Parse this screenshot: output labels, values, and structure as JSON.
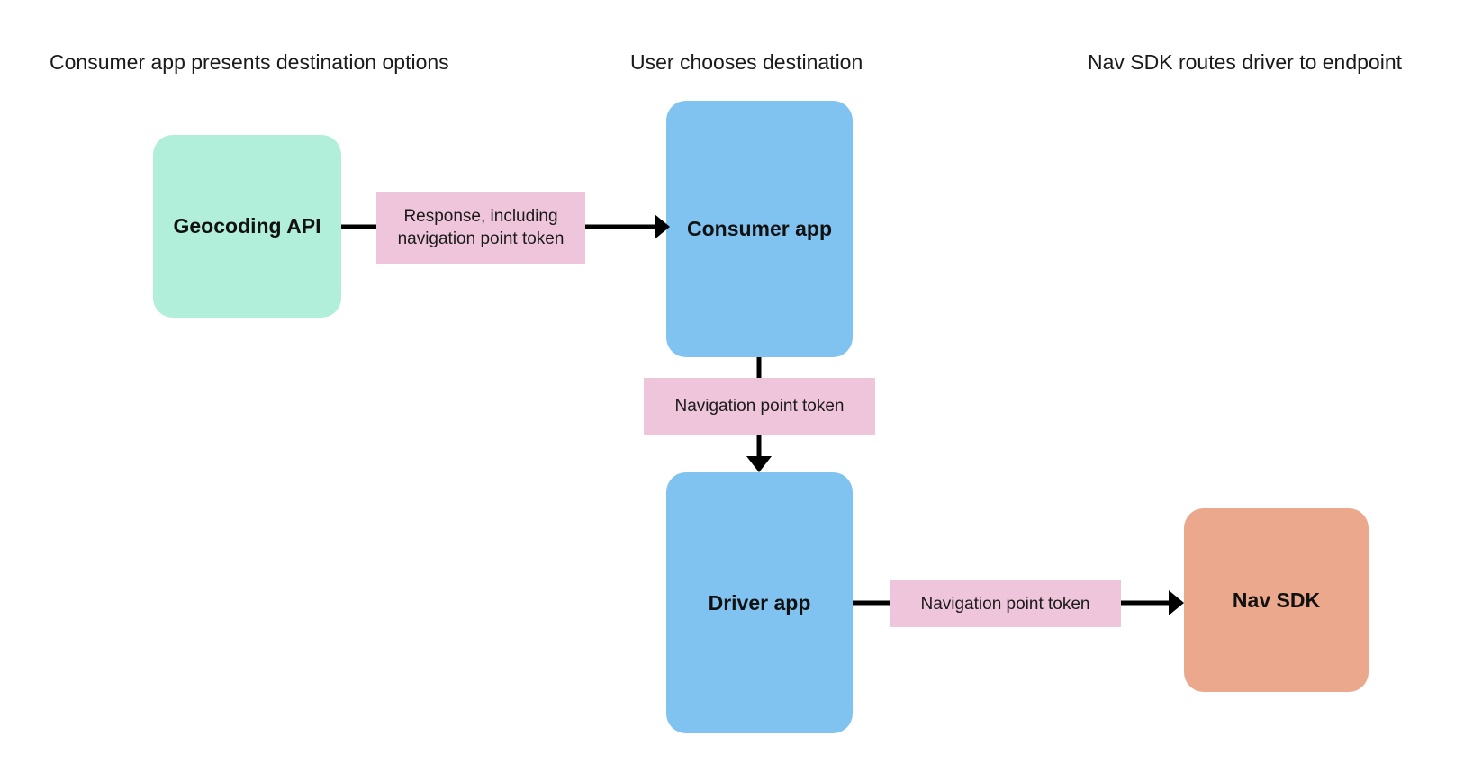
{
  "diagram": {
    "title_row": [
      {
        "id": "col-1",
        "text": "Consumer app presents destination options"
      },
      {
        "id": "col-2",
        "text": "User chooses destination"
      },
      {
        "id": "col-3",
        "text": "Nav SDK routes driver to endpoint"
      }
    ],
    "nodes": [
      {
        "id": "geocoding-api",
        "label": "Geocoding API",
        "color": "#B2EFDB"
      },
      {
        "id": "consumer-app",
        "label": "Consumer app",
        "color": "#81C3F0"
      },
      {
        "id": "driver-app",
        "label": "Driver app",
        "color": "#81C3F0"
      },
      {
        "id": "nav-sdk",
        "label": "Nav SDK",
        "color": "#EBA88C"
      }
    ],
    "edge_labels": [
      {
        "id": "edge-1",
        "text": "Response, including navigation point token",
        "color": "#EFC5DB"
      },
      {
        "id": "edge-2",
        "text": "Navigation point token",
        "color": "#EFC5DB"
      },
      {
        "id": "edge-3",
        "text": "Navigation point token",
        "color": "#EFC5DB"
      }
    ],
    "colors": {
      "background": "#FFFFFF",
      "text": "#1A1A1A",
      "arrow": "#000000",
      "green": "#B2EFDB",
      "blue": "#81C3F0",
      "pink": "#EFC5DB",
      "orange": "#EBA88C"
    }
  }
}
